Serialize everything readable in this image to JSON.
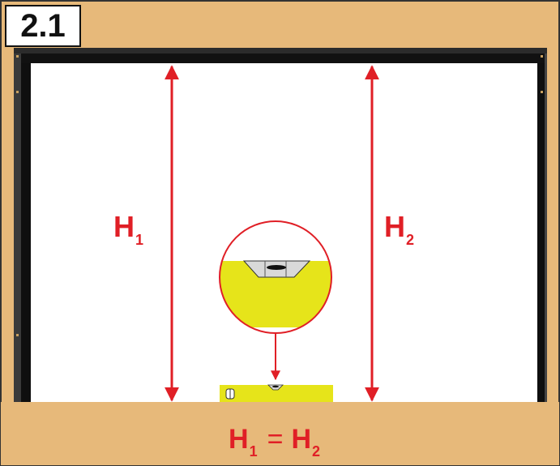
{
  "step_label": "2.1",
  "labels": {
    "left_height": {
      "letter": "H",
      "subscript": "1"
    },
    "right_height": {
      "letter": "H",
      "subscript": "2"
    }
  },
  "equation": {
    "left": {
      "letter": "H",
      "subscript": "1"
    },
    "operator": "=",
    "right": {
      "letter": "H",
      "subscript": "2"
    }
  },
  "colors": {
    "wall": "#e7b97a",
    "opening": "#ffffff",
    "frame": "#1a1a1a",
    "arrow": "#e01f26",
    "level_body": "#e6e41a",
    "bubble_vial": "#d9d9d9"
  }
}
